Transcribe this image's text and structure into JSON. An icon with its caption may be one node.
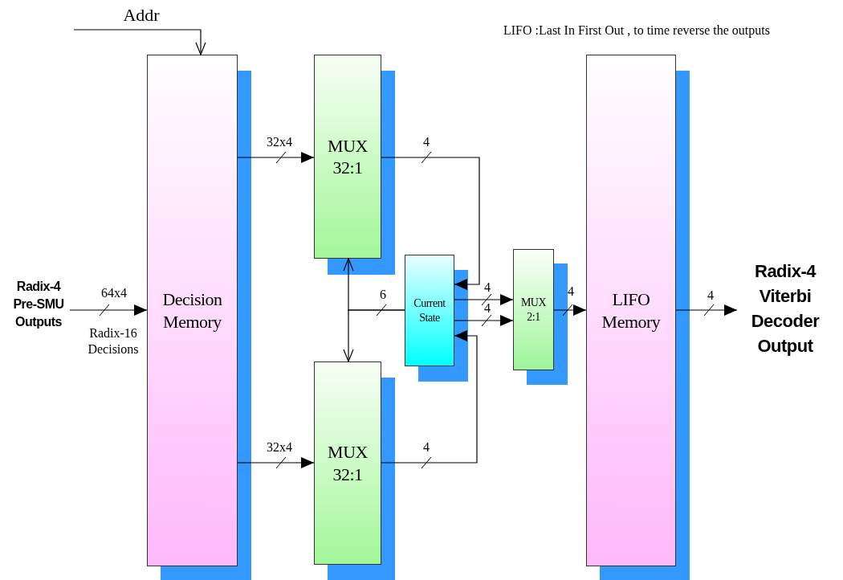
{
  "diagram": {
    "nodes": [
      {
        "text": [
          "Radix-4 Pre-SMU Outputs"
        ]
      },
      {
        "text": [
          "Decision Memory"
        ],
        "beside": [
          "Radix-16 Decisions"
        ]
      },
      {
        "text": [
          "MUX 32:1"
        ]
      },
      {
        "text": [
          "MUX 32:1"
        ]
      },
      {
        "text": [
          "Current State"
        ]
      },
      {
        "text": [
          "MUX 2:1"
        ]
      },
      {
        "text": [
          "LIFO Memory"
        ]
      },
      {
        "text": [
          "Radix-4 Viterbi Decoder Output"
        ]
      }
    ],
    "edges": [
      {
        "from": null,
        "to": 1,
        "arrow": "to",
        "label": "Addr"
      },
      {
        "from": 0,
        "to": 1,
        "arrow": "to",
        "label": "64x4"
      },
      {
        "from": 1,
        "to": 2,
        "arrow": "to",
        "label": "32x4"
      },
      {
        "from": 1,
        "to": 3,
        "arrow": "to",
        "label": "32x4"
      },
      {
        "from": 2,
        "to": 4,
        "arrow": "to",
        "label": "4"
      },
      {
        "from": 3,
        "to": 4,
        "arrow": "to",
        "label": "4"
      },
      {
        "from": 4,
        "to": 2,
        "arrow": "to",
        "label": "6"
      },
      {
        "from": 4,
        "to": 3,
        "arrow": "to"
      },
      {
        "from": 4,
        "to": 5,
        "arrow": "to",
        "label": "4"
      },
      {
        "from": 4,
        "to": 5,
        "arrow": "to",
        "label": "4"
      },
      {
        "from": 5,
        "to": 6,
        "arrow": "to",
        "label": "4"
      },
      {
        "from": 6,
        "to": 7,
        "arrow": "to",
        "label": "4"
      }
    ],
    "labels": [
      "LIFO :Last In First Out , to time reverse the outputs"
    ]
  }
}
